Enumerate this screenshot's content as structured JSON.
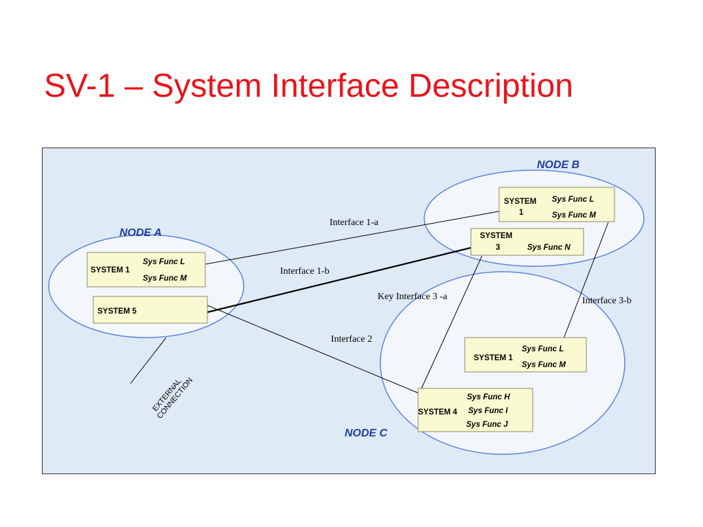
{
  "title": "SV-1 – System Interface Description",
  "colors": {
    "title": "#e8141c",
    "diagram_background": "#deeaf6",
    "node_fill": "#f3f7fc",
    "node_stroke": "#5b84d8",
    "node_label": "#1f3f99",
    "system_fill": "#fafad2",
    "system_stroke": "#8a8a6a",
    "line": "#000000"
  },
  "nodes": {
    "a": {
      "label": "NODE A"
    },
    "b": {
      "label": "NODE B"
    },
    "c": {
      "label": "NODE C"
    }
  },
  "systems": {
    "a1": {
      "name": "SYSTEM 1",
      "funcs": [
        "Sys Func L",
        "Sys Func M"
      ]
    },
    "a5": {
      "name": "SYSTEM 5"
    },
    "b1": {
      "name_line1": "SYSTEM",
      "name_line2": "1",
      "funcs": [
        "Sys Func L",
        "Sys Func M"
      ]
    },
    "b3": {
      "name_line1": "SYSTEM",
      "name_line2": "3",
      "funcs": [
        "Sys Func N"
      ]
    },
    "c1": {
      "name": "SYSTEM 1",
      "funcs": [
        "Sys Func L",
        "Sys Func M"
      ]
    },
    "c4": {
      "name": "SYSTEM 4",
      "funcs": [
        "Sys Func H",
        "Sys Func I",
        "Sys Func J"
      ]
    }
  },
  "interfaces": {
    "i1a": "Interface 1-a",
    "i1b": "Interface 1-b",
    "key3a": "Key Interface 3 -a",
    "i3b": "Interface 3-b",
    "i2": "Interface 2"
  },
  "external_connection": {
    "line1": "EXTERNAL",
    "line2": "CONNECTION"
  }
}
